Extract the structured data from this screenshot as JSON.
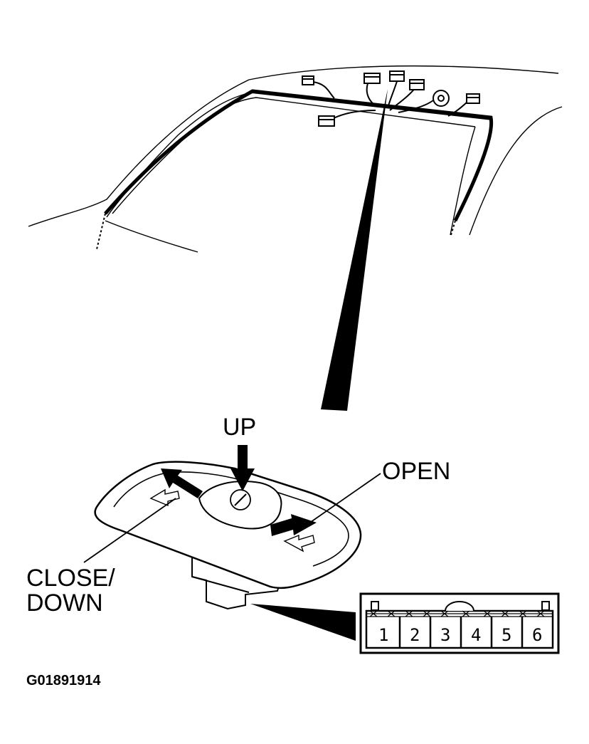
{
  "labels": {
    "up": "UP",
    "open": "OPEN",
    "close_down": [
      "CLOSE/",
      "DOWN"
    ],
    "figure_code": "G01891914"
  },
  "connector": {
    "pins": [
      "1",
      "2",
      "3",
      "4",
      "5",
      "6"
    ]
  }
}
